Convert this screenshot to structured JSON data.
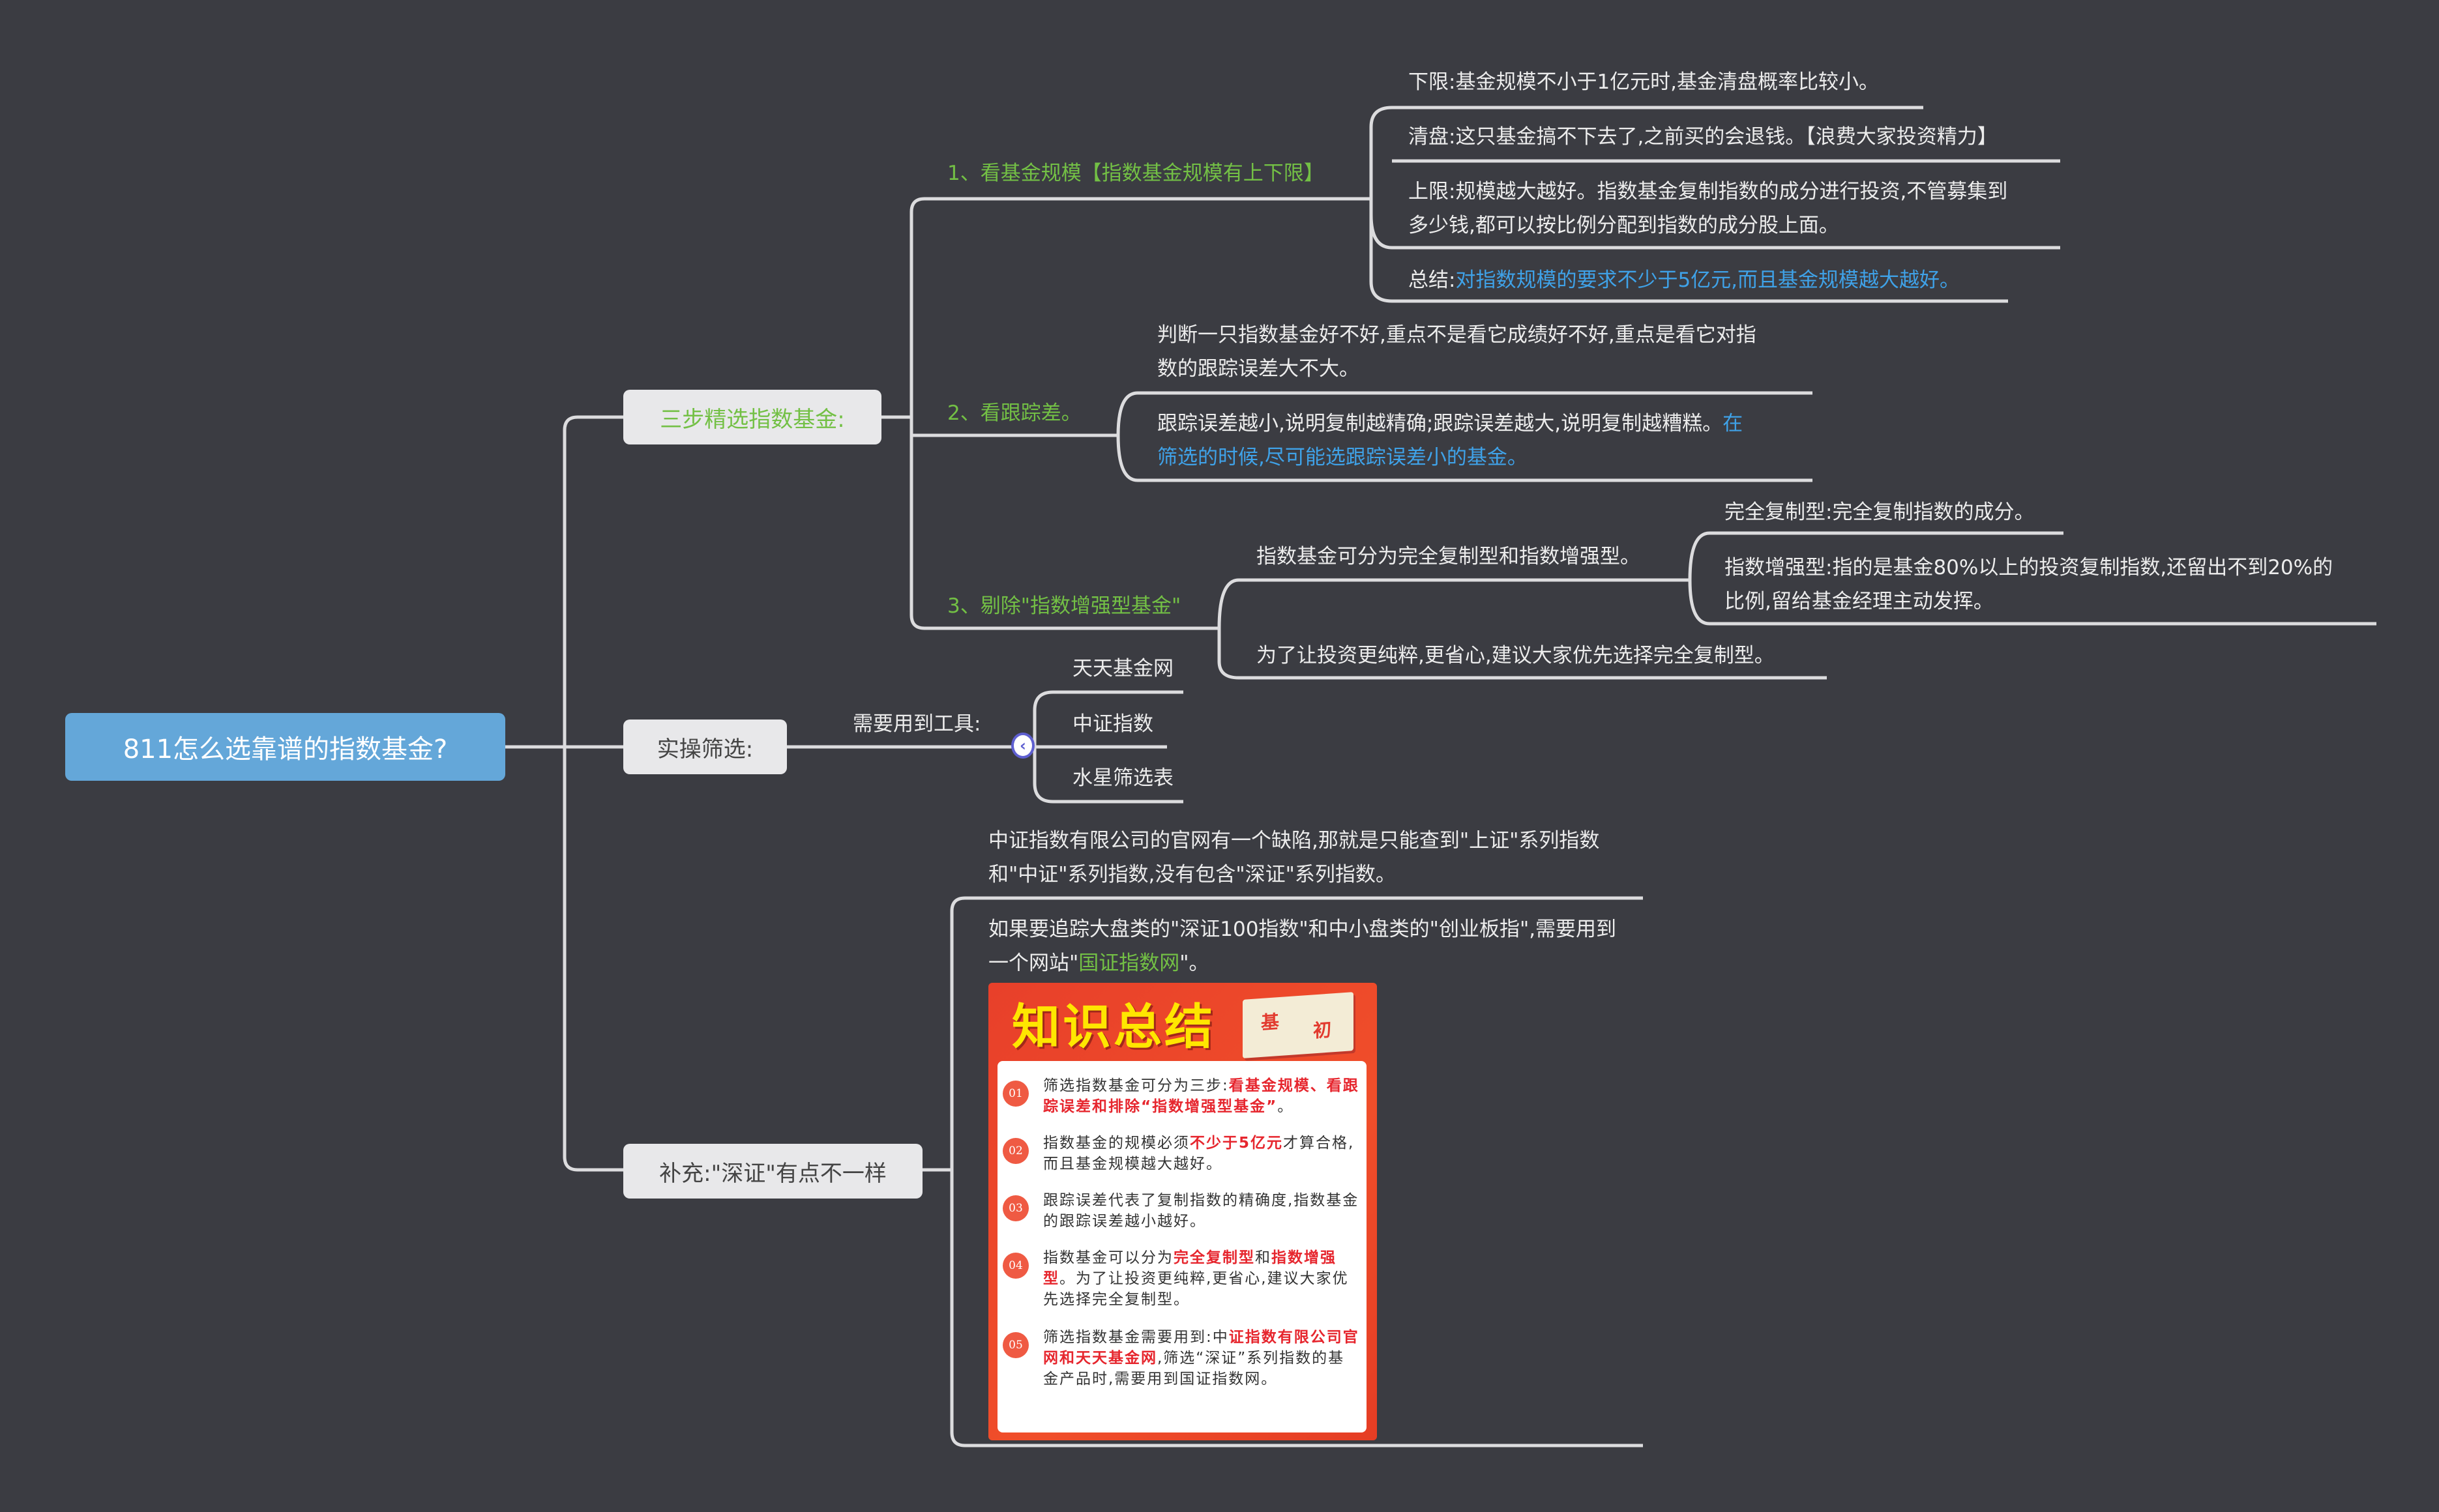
{
  "root": {
    "title": "811怎么选靠谱的指数基金?"
  },
  "colors": {
    "background": "#3b3c42",
    "root": "#64a7d9",
    "highlight_green": "#73c045",
    "highlight_blue": "#3fa2e8",
    "card_red": "#e8402a",
    "card_title": "#ffe600"
  },
  "branches": {
    "steps": {
      "label": "三步精选指数基金:",
      "step1": {
        "label": "1、看基金规模【指数基金规模有上下限】",
        "children": [
          {
            "text": "下限:基金规模不小于1亿元时,基金清盘概率比较小。"
          },
          {
            "text": "清盘:这只基金搞不下去了,之前买的会退钱。【浪费大家投资精力】"
          },
          {
            "line1": "上限:规模越大越好。指数基金复制指数的成分进行投资,不管募集到",
            "line2": "多少钱,都可以按比例分配到指数的成分股上面。"
          },
          {
            "prefix": "总结:",
            "highlight": "对指数规模的要求不少于5亿元,而且基金规模越大越好。"
          }
        ]
      },
      "step2": {
        "label": "2、看跟踪差。",
        "children": [
          {
            "line1": "判断一只指数基金好不好,重点不是看它成绩好不好,重点是看它对指",
            "line2": "数的跟踪误差大不大。"
          },
          {
            "line1_plain": "跟踪误差越小,说明复制越精确;跟踪误差越大,说明复制越糟糕。",
            "line1_highlight": "在",
            "line2_highlight": "筛选的时候,尽可能选跟踪误差小的基金。"
          }
        ]
      },
      "step3": {
        "label": "3、剔除\"指数增强型基金\"",
        "children": [
          {
            "text": "指数基金可分为完全复制型和指数增强型。",
            "children": [
              {
                "text": "完全复制型:完全复制指数的成分。"
              },
              {
                "line1": "指数增强型:指的是基金80%以上的投资复制指数,还留出不到20%的",
                "line2": "比例,留给基金经理主动发挥。"
              }
            ]
          },
          {
            "text": "为了让投资更纯粹,更省心,建议大家优先选择完全复制型。"
          }
        ]
      }
    },
    "practice": {
      "label": "实操筛选:",
      "tools_label": "需要用到工具:",
      "tools": [
        "天天基金网",
        "中证指数",
        "水星筛选表"
      ]
    },
    "supplement": {
      "label": "补充:\"深证\"有点不一样",
      "note1": {
        "line1": "中证指数有限公司的官网有一个缺陷,那就是只能查到\"上证\"系列指数",
        "line2": "和\"中证\"系列指数,没有包含\"深证\"系列指数。"
      },
      "note2": {
        "line1": "如果要追踪大盘类的\"深证100指数\"和中小盘类的\"创业板指\",需要用到",
        "line2_prefix": "一个网站\"",
        "line2_highlight": "国证指数网",
        "line2_suffix": "\"。"
      },
      "card": {
        "title": "知识总结",
        "book_chars": [
          "基",
          "初"
        ],
        "items": [
          {
            "num": "01",
            "parts": [
              {
                "t": "筛选指数基金可分为三步:"
              },
              {
                "t": "看基金规模、看跟踪误差和排除“指数增强型基金”",
                "red": true
              },
              {
                "t": "。"
              }
            ]
          },
          {
            "num": "02",
            "parts": [
              {
                "t": "指数基金的规模必须"
              },
              {
                "t": "不少于5亿元",
                "red": true
              },
              {
                "t": "才算合格,而且基金规模越大越好。"
              }
            ]
          },
          {
            "num": "03",
            "parts": [
              {
                "t": "跟踪误差代表了复制指数的精确度,指数基金的跟踪误差越小越好。"
              }
            ]
          },
          {
            "num": "04",
            "parts": [
              {
                "t": "指数基金可以分为"
              },
              {
                "t": "完全复制型",
                "red": true
              },
              {
                "t": "和"
              },
              {
                "t": "指数增强型",
                "red": true
              },
              {
                "t": "。为了让投资更纯粹,更省心,建议大家优先选择完全复制型。"
              }
            ]
          },
          {
            "num": "05",
            "parts": [
              {
                "t": "筛选指数基金需要用到:中"
              },
              {
                "t": "证指数有限公司官网和天天基金网",
                "red": true
              },
              {
                "t": ",筛选“深证”系列指数的基金产品时,需要用到国证指数网。"
              }
            ]
          }
        ]
      }
    }
  }
}
